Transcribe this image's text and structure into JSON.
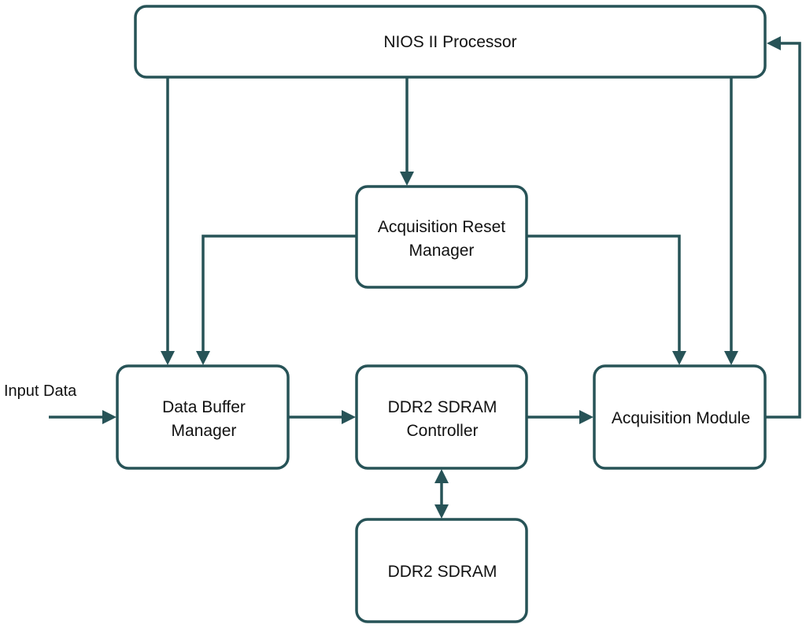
{
  "blocks": {
    "nios_processor": {
      "line1": "NIOS II Processor"
    },
    "acq_reset_manager": {
      "line1": "Acquisition Reset",
      "line2": "Manager"
    },
    "data_buffer_manager": {
      "line1": "Data Buffer",
      "line2": "Manager"
    },
    "ddr2_controller": {
      "line1": "DDR2 SDRAM",
      "line2": "Controller"
    },
    "acquisition_module": {
      "line1": "Acquisition Module"
    },
    "ddr2_sdram": {
      "line1": "DDR2 SDRAM"
    }
  },
  "labels": {
    "input_data": "Input Data"
  },
  "colors": {
    "line": "#275357",
    "box_fill": "#ffffff",
    "text": "#111111"
  }
}
